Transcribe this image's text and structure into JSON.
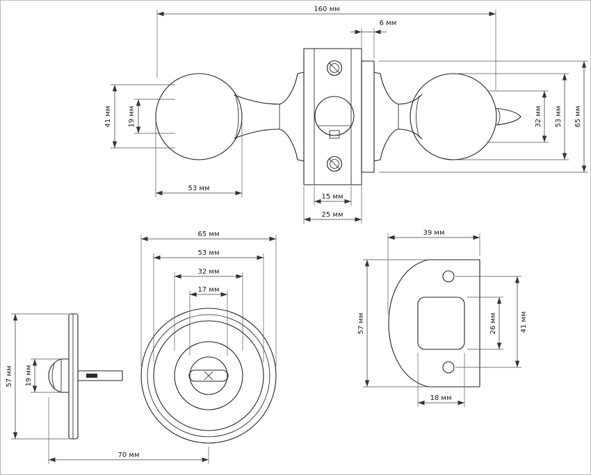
{
  "meta": {
    "drawing_type": "door-knob-lockset-technical-drawing",
    "unit": "мм",
    "line_color": "#1f1f1f",
    "dim_color": "#3a3a3a",
    "background": "#ffffff"
  },
  "side_view": {
    "dims": {
      "total_length": "160 мм",
      "plate_offset": "6 мм",
      "rose_diameter": "41 мм",
      "neck_diameter": "19 мм",
      "knob_diameter_left": "53 мм",
      "hub_width": "15 мм",
      "plate_width": "25 мм",
      "right_neck": "32 мм",
      "right_knob_diameter": "53 мм",
      "right_rose_diameter": "65 мм"
    }
  },
  "front_view": {
    "dims": {
      "rose_outer": "65 мм",
      "ring_53": "53 мм",
      "ring_32": "32 мм",
      "spindle_hole": "17 мм",
      "faceplate_height": "57 мм",
      "bolt_height": "19 мм",
      "backset": "70 мм"
    }
  },
  "strike_plate": {
    "dims": {
      "width": "39 мм",
      "height": "57 мм",
      "hole_height": "26 мм",
      "screw_spacing": "41 мм",
      "hole_width": "18 мм"
    }
  }
}
